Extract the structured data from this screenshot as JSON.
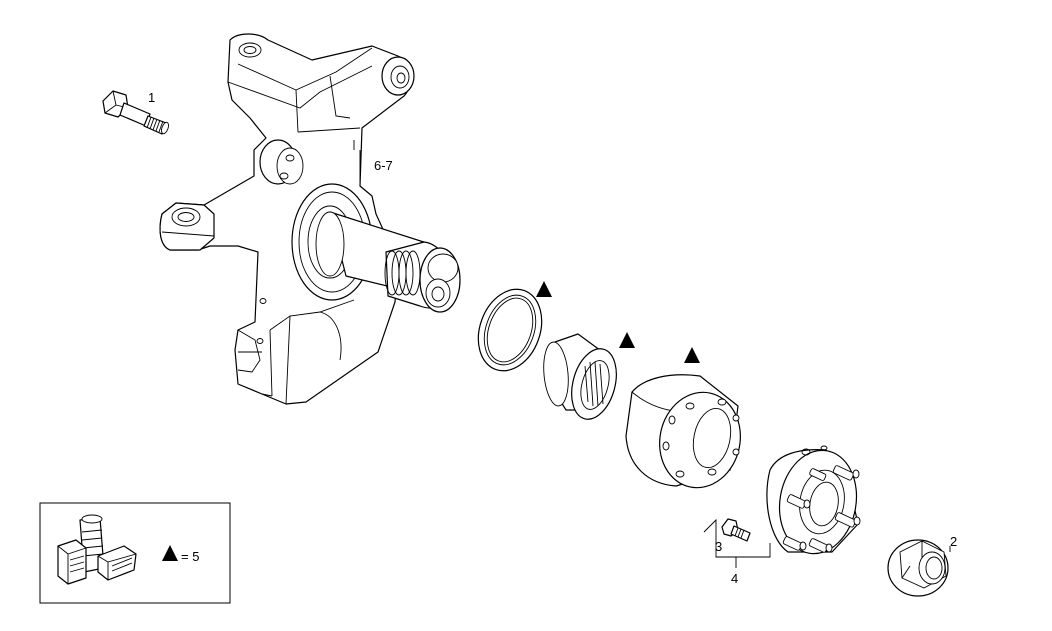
{
  "callouts": {
    "c1": "1",
    "c2": "2",
    "c3": "3",
    "c4": "4",
    "c67": "6-7"
  },
  "legend": {
    "note": "= 5",
    "symbol": "triangle-icon"
  }
}
